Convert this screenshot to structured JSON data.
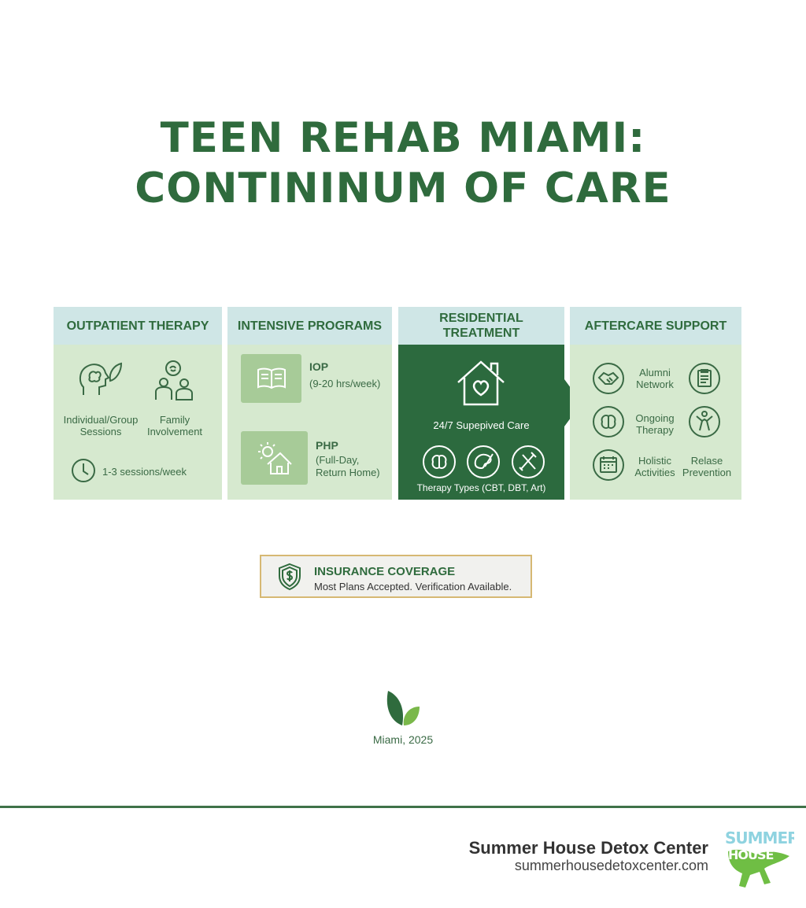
{
  "title": {
    "line1": "TEEN REHAB MIAMI:",
    "line2": "CONTININUM OF CARE"
  },
  "stages": [
    {
      "heading": "OUTPATIENT THERAPY",
      "items": [
        {
          "label": "Individual/Group Sessions",
          "label_lines": [
            "Individual/Group",
            "Sessions"
          ],
          "icon": "brain-leaf-icon"
        },
        {
          "label": "Family Involvement",
          "label_lines": [
            "Family",
            "Involvement"
          ],
          "icon": "family-icon"
        },
        {
          "label": "1-3 sessions/week",
          "icon": "clock-icon"
        }
      ]
    },
    {
      "heading": "INTENSIVE PROGRAMS",
      "items": [
        {
          "name": "IOP",
          "detail": "(9-20 hrs/week)",
          "icon": "book-icon"
        },
        {
          "name": "PHP",
          "detail_lines": [
            "(Full-Day,",
            "Return Home)"
          ],
          "icon": "sun-house-icon"
        }
      ]
    },
    {
      "heading_lines": [
        "RESIDENTIAL",
        "TREATMENT"
      ],
      "items": [
        {
          "label": "24/7 Supepived Care",
          "icon": "house-heart-icon"
        },
        {
          "label": "Therapy Types (CBT, DBT, Art)",
          "icons": [
            "brain-icon",
            "palette-icon",
            "tools-icon"
          ]
        }
      ]
    },
    {
      "heading": "AFTERCARE SUPPORT",
      "items": [
        {
          "label_lines": [
            "Alumni",
            "Network"
          ],
          "icon": "handshake-icon"
        },
        {
          "icon": "clipboard-icon"
        },
        {
          "label_lines": [
            "Ongoing",
            "Therapy"
          ],
          "icon": "brain-icon"
        },
        {
          "icon": "person-icon"
        },
        {
          "label_lines": [
            "Holistic",
            "Activities"
          ],
          "icon": "calendar-icon"
        },
        {
          "label_lines": [
            "Relase",
            "Prevention"
          ]
        }
      ]
    }
  ],
  "insurance": {
    "title": "INSURANCE COVERAGE",
    "subtitle": "Most Plans Accepted. Verification Available.",
    "icon": "shield-dollar-icon"
  },
  "location_date": "Miami, 2025",
  "footer": {
    "org": "Summer House Detox Center",
    "url": "summerhousedetoxcenter.com",
    "logo_text_lines": [
      "SUMMER",
      "HOUSE"
    ]
  },
  "colors": {
    "title_green": "#2f6b3d",
    "panel_light": "#d6e9cf",
    "panel_header": "#cfe6e6",
    "panel_dark": "#2c6a3e",
    "insurance_border": "#d6b873",
    "logo_blue": "#8fd3e0",
    "logo_green": "#6fbe44"
  }
}
